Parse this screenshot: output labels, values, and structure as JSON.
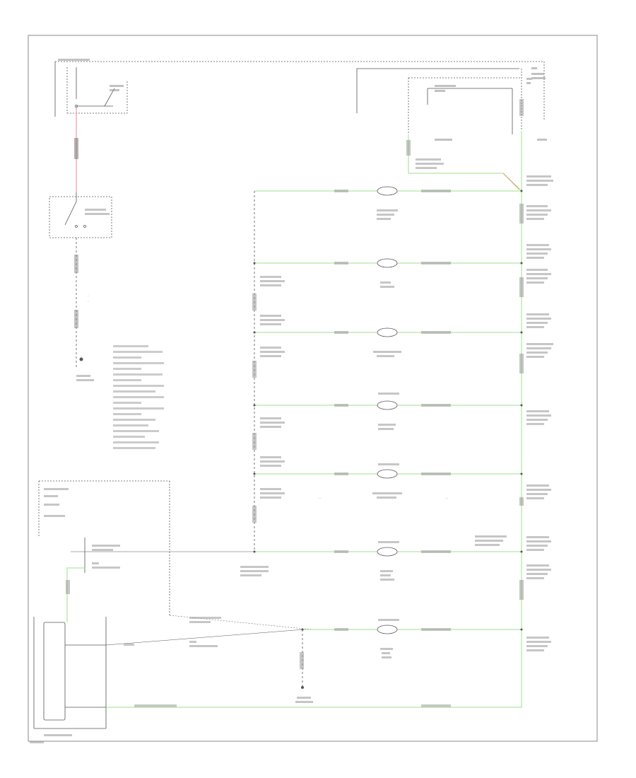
{
  "colors": {
    "frame": "#777777",
    "wire_dark": "#555555",
    "wire_green": "#9ee08a",
    "wire_red": "#e88a8a",
    "text": "#555555"
  },
  "legend": {
    "lines": [
      "",
      "",
      "",
      "",
      "",
      "",
      "",
      "",
      "",
      "",
      "",
      "",
      "",
      ""
    ]
  },
  "components": [
    {
      "id": "g-top-left",
      "label": ""
    },
    {
      "id": "tail-lamp-relay",
      "label": ""
    },
    {
      "id": "lamp-switch",
      "label": ""
    },
    {
      "id": "ground-left",
      "label": ""
    },
    {
      "id": "instrument-cluster",
      "label": ""
    },
    {
      "id": "connector-block",
      "label": ""
    },
    {
      "id": "hvac-panel",
      "label": ""
    },
    {
      "id": "gauge-power",
      "label": ""
    },
    {
      "id": "ground-bottom",
      "label": ""
    },
    {
      "id": "diagram-footer",
      "label": ""
    }
  ],
  "bulbs": [
    {
      "id": "bulb-1",
      "label": ""
    },
    {
      "id": "bulb-2",
      "label": ""
    },
    {
      "id": "bulb-3",
      "label": ""
    },
    {
      "id": "bulb-4",
      "label": ""
    },
    {
      "id": "bulb-5",
      "label": ""
    },
    {
      "id": "bulb-6",
      "label": ""
    },
    {
      "id": "bulb-7",
      "label": ""
    }
  ]
}
